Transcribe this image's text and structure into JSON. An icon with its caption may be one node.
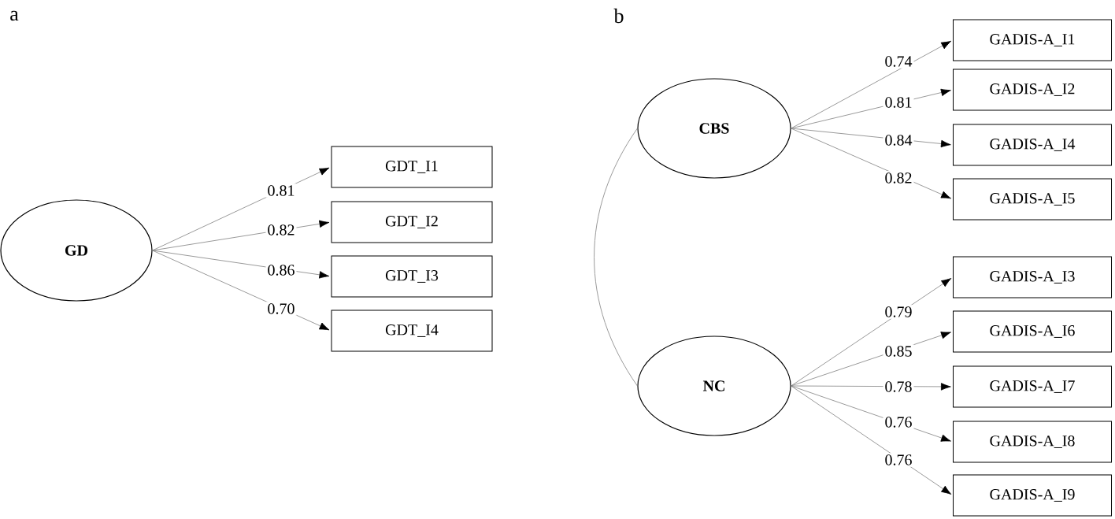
{
  "diagram": {
    "nodes": [
      {
        "text": [
          "**GD**"
        ]
      },
      {
        "text": [
          "GDT_I1"
        ]
      },
      {
        "text": [
          "GDT_I2"
        ]
      },
      {
        "text": [
          "GDT_I3"
        ]
      },
      {
        "text": [
          "GDT_I4"
        ]
      },
      {
        "text": [
          "**CBS**"
        ]
      },
      {
        "text": [
          "GADIS-A_I1"
        ]
      },
      {
        "text": [
          "GADIS-A_I2"
        ]
      },
      {
        "text": [
          "GADIS-A_I4"
        ]
      },
      {
        "text": [
          "GADIS-A_I5"
        ]
      },
      {
        "text": [
          "**NC**"
        ]
      },
      {
        "text": [
          "GADIS-A_I3"
        ]
      },
      {
        "text": [
          "GADIS-A_I6"
        ]
      },
      {
        "text": [
          "GADIS-A_I7"
        ]
      },
      {
        "text": [
          "GADIS-A_I8"
        ]
      },
      {
        "text": [
          "GADIS-A_I9"
        ]
      }
    ],
    "edges": [
      {
        "from": 0,
        "to": 1,
        "arrow": "to",
        "label": "0.81"
      },
      {
        "from": 0,
        "to": 2,
        "arrow": "to",
        "label": "0.82"
      },
      {
        "from": 0,
        "to": 3,
        "arrow": "to",
        "label": "0.86"
      },
      {
        "from": 0,
        "to": 4,
        "arrow": "to",
        "label": "0.70"
      },
      {
        "from": 5,
        "to": 6,
        "arrow": "to",
        "label": "0.74"
      },
      {
        "from": 5,
        "to": 7,
        "arrow": "to",
        "label": "0.81"
      },
      {
        "from": 5,
        "to": 8,
        "arrow": "to",
        "label": "0.84"
      },
      {
        "from": 5,
        "to": 9,
        "arrow": "to",
        "label": "0.82"
      },
      {
        "from": 10,
        "to": 11,
        "arrow": "to",
        "label": "0.79"
      },
      {
        "from": 10,
        "to": 12,
        "arrow": "to",
        "label": "0.85"
      },
      {
        "from": 10,
        "to": 13,
        "arrow": "to",
        "label": "0.78"
      },
      {
        "from": 10,
        "to": 14,
        "arrow": "to",
        "label": "0.76"
      },
      {
        "from": 10,
        "to": 15,
        "arrow": "to",
        "label": "0.76"
      },
      {
        "from": 5,
        "to": 10,
        "arrow": "none"
      }
    ],
    "labels": [
      "a",
      "b"
    ]
  }
}
